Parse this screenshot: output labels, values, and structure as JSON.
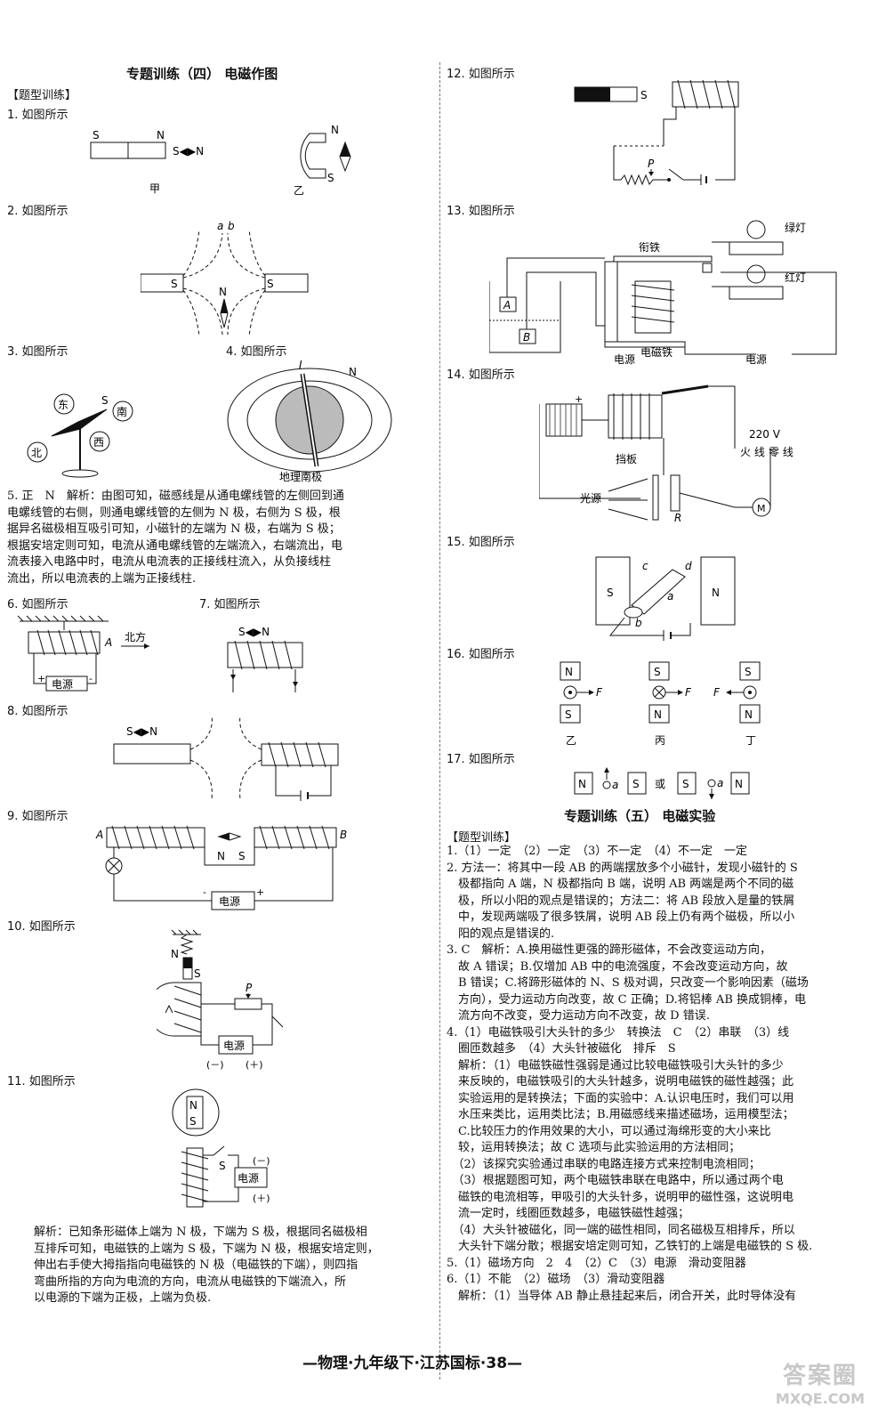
{
  "left": {
    "heading": "专题训练（四）  电磁作图",
    "tag": "【题型训练】",
    "q1": "1. 如图所示",
    "q1_labels": {
      "s": "S",
      "n": "N",
      "compass": "S◀▶N",
      "jia": "甲",
      "yi": "乙",
      "u_n": "N",
      "u_s": "S"
    },
    "q2": "2. 如图所示",
    "q2_labels": {
      "a": "a",
      "b": "b",
      "s1": "S",
      "s2": "S",
      "n": "N"
    },
    "q3": "3. 如图所示",
    "q3_labels": {
      "dong": "东",
      "nan": "南",
      "xi": "西",
      "bei": "北",
      "s": "S"
    },
    "q4": "4. 如图所示",
    "q4_labels": {
      "n": "N",
      "i": "I",
      "south": "地理南极"
    },
    "q5": [
      "5. 正　N　解析：由图可知，磁感线是从通电螺线管的左侧回到通",
      "电螺线管的右侧，则通电螺线管的左侧为 N 极，右侧为 S 极，根",
      "据异名磁极相互吸引可知，小磁针的左端为 N 极，右端为 S 极；",
      "根据安培定则可知，电流从通电螺线管的左端流入，右端流出，电",
      "流表接入电路中时，电流从电流表的正接线柱流入，从负接线柱",
      "流出，所以电流表的上端为正接线柱."
    ],
    "q6": "6. 如图所示",
    "q6_labels": {
      "a": "A",
      "north": "北方",
      "power": "电源",
      "plus": "+",
      "minus": "-"
    },
    "q7": "7. 如图所示",
    "q7_labels": {
      "compass": "S◀▶N"
    },
    "q8": "8. 如图所示",
    "q8_labels": {
      "compass": "S◀▶N"
    },
    "q9": "9. 如图所示",
    "q9_labels": {
      "a": "A",
      "b": "B",
      "n": "N",
      "s": "S",
      "power": "电源",
      "minus": "-",
      "plus": "+"
    },
    "q10": "10. 如图所示",
    "q10_labels": {
      "n": "N",
      "s": "S",
      "p": "P",
      "power": "电源",
      "minus": "(－)",
      "plus": "(＋)"
    },
    "q11": "11. 如图所示",
    "q11_labels": {
      "n": "N",
      "s": "S",
      "s2": "S",
      "power": "电源",
      "minus": "(－)",
      "plus": "(＋)"
    },
    "q11_analysis": [
      "解析：已知条形磁体上端为 N 极，下端为 S 极，根据同名磁极相",
      "互排斥可知，电磁铁的上端为 S 极，下端为 N 极，根据安培定则，",
      "伸出右手使大拇指指向电磁铁的 N 极（电磁铁的下端），则四指",
      "弯曲所指的方向为电流的方向，电流从电磁铁的下端流入，所",
      "以电源的下端为正极，上端为负极."
    ]
  },
  "right": {
    "q12": "12. 如图所示",
    "q12_labels": {
      "s": "S",
      "p": "P"
    },
    "q13": "13. 如图所示",
    "q13_labels": {
      "armature": "衔铁",
      "green": "绿灯",
      "red": "红灯",
      "a": "A",
      "b": "B",
      "em": "电磁铁",
      "power1": "电源",
      "power2": "电源"
    },
    "q14": "14. 如图所示",
    "q14_labels": {
      "v": "220 V",
      "live": "火\n线",
      "neutral": "零\n线",
      "baffle": "挡板",
      "light": "光源",
      "r": "R",
      "m": "M",
      "plus": "+"
    },
    "q15": "15. 如图所示",
    "q15_labels": {
      "s": "S",
      "n": "N",
      "c": "c",
      "d": "d",
      "a": "a",
      "b": "b"
    },
    "q16": "16. 如图所示",
    "q16_labels": {
      "g1top": "N",
      "g1bot": "S",
      "g2top": "S",
      "g2bot": "N",
      "g3top": "S",
      "g3bot": "N",
      "f1": "F",
      "f2": "F",
      "f3": "F",
      "yi": "乙",
      "bing": "丙",
      "ding": "丁"
    },
    "q17": "17. 如图所示",
    "q17_labels": {
      "n1": "N",
      "a1": "a",
      "s1": "S",
      "huo": "或",
      "s2": "S",
      "a2": "a",
      "n2": "N"
    },
    "heading5": "专题训练（五）  电磁实验",
    "tag5": "【题型训练】",
    "lines": [
      "1.（1）一定　（2）一定　（3）不一定　（4）不一定　一定",
      "2. 方法一：将其中一段 AB 的两端摆放多个小磁针，发现小磁针的 S",
      "　极都指向 A 端，N 极都指向 B 端，说明 AB 两端是两个不同的磁",
      "　极，所以小阳的观点是错误的；方法二：将 AB 段放入是量的铁屑",
      "　中，发现两端吸了很多铁屑，说明 AB 段上仍有两个磁极，所以小",
      "　阳的观点是错误的.",
      "3. C　解析：A.换用磁性更强的蹄形磁体，不会改变运动方向，",
      "　故 A 错误；B.仅增加 AB 中的电流强度，不会改变运动方向，故",
      "　B 错误；C.将蹄形磁体的 N、S 极对调，只改变一个影响因素（磁场",
      "　方向），受力运动方向改变，故 C 正确；D.将铝棒 AB 换成铜棒，电",
      "　流方向不改变，受力运动方向不改变，故 D 错误.",
      "4.（1）电磁铁吸引大头针的多少　转换法　C　（2）串联　（3）线",
      "　圈匝数越多　（4）大头针被磁化　排斥　S",
      "　解析：（1）电磁铁磁性强弱是通过比较电磁铁吸引大头针的多少",
      "　来反映的，电磁铁吸引的大头针越多，说明电磁铁的磁性越强；此",
      "　实验运用的是转换法；下面的实验中：A.认识电压时，我们可以用",
      "　水压来类比，运用类比法；B.用磁感线来描述磁场，运用模型法；",
      "　C.比较压力的作用效果的大小，可以通过海绵形变的大小来比",
      "　较，运用转换法；故 C 选项与此实验运用的方法相同；",
      "　（2）该探究实验通过串联的电路连接方式来控制电流相同；",
      "　（3）根据题图可知，两个电磁铁串联在电路中，所以通过两个电",
      "　磁铁的电流相等，甲吸引的大头针多，说明甲的磁性强，这说明电",
      "　流一定时，线圈匝数越多，电磁铁磁性越强；",
      "　（4）大头针被磁化，同一端的磁性相同，同名磁极互相排斥，所以",
      "　大头针下端分散；根据安培定则可知，乙铁钉的上端是电磁铁的 S 极.",
      "5.（1）磁场方向　2　4　（2）C　（3）电源　滑动变阻器",
      "6.（1）不能　（2）磁场　（3）滑动变阻器",
      "　解析：（1）当导体 AB 静止悬挂起来后，闭合开关，此时导体没有"
    ]
  },
  "footer": "—物理·九年级下·江苏国标·38—",
  "watermark": {
    "big": "答案圈",
    "small": "MXQE.COM"
  }
}
